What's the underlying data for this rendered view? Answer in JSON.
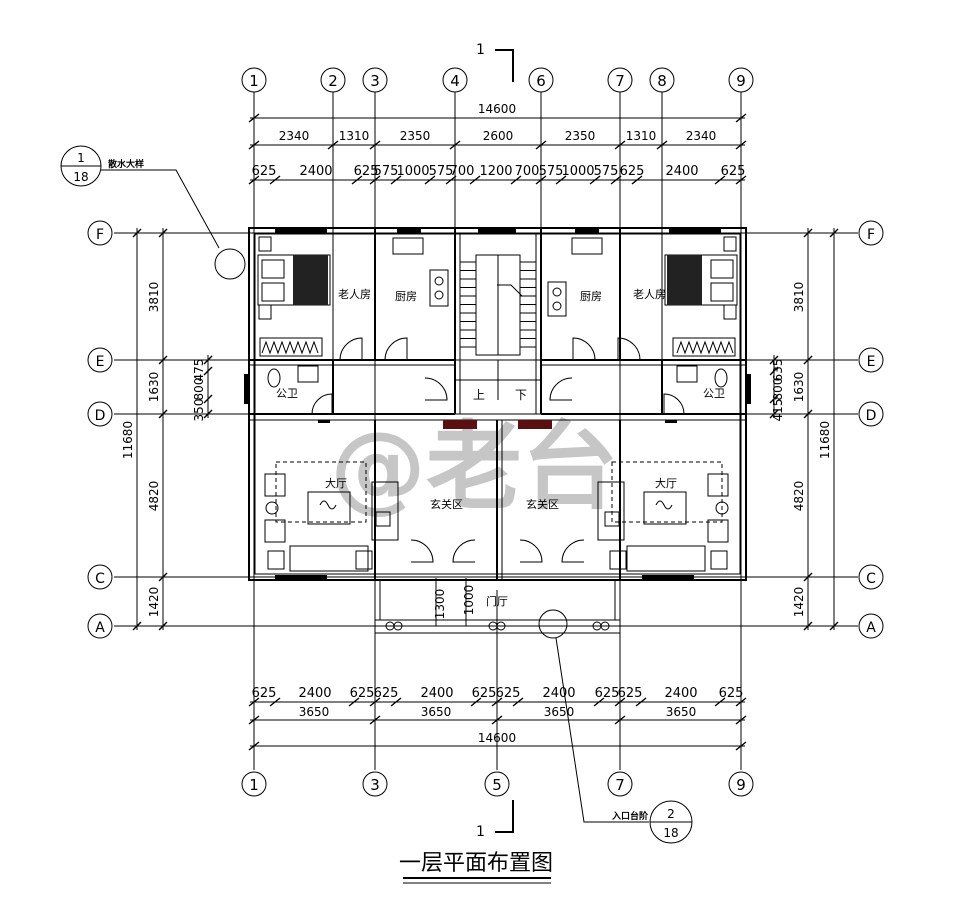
{
  "section_mark": "1",
  "axes_top": [
    "1",
    "2",
    "3",
    "4",
    "6",
    "7",
    "8",
    "9"
  ],
  "axes_bottom": [
    "1",
    "3",
    "5",
    "7",
    "9"
  ],
  "axes_left": [
    "F",
    "E",
    "D",
    "C",
    "A"
  ],
  "axes_right": [
    "F",
    "E",
    "D",
    "C",
    "A"
  ],
  "dims_top_total": "14600",
  "dims_top_row2": [
    "2340",
    "1310",
    "2350",
    "2600",
    "2350",
    "1310",
    "2340"
  ],
  "dims_top_row3": [
    "625",
    "2400",
    "625",
    "575",
    "1000",
    "575",
    "700",
    "1200",
    "700",
    "575",
    "1000",
    "575",
    "625",
    "2400",
    "625"
  ],
  "dims_bottom_row1": [
    "625",
    "2400",
    "625",
    "625",
    "2400",
    "625",
    "625",
    "2400",
    "625",
    "625",
    "2400",
    "625"
  ],
  "dims_bottom_row2": [
    "3650",
    "3650",
    "3650",
    "3650"
  ],
  "dims_bottom_total": "14600",
  "dims_left_total": "11680",
  "dims_left_parts": [
    "3810",
    "1630",
    "4820",
    "1420"
  ],
  "dims_left_small": "350",
  "dims_left_small2": "800",
  "dims_left_small3": "475",
  "dims_right_total": "11680",
  "dims_right_parts": [
    "3810",
    "1630",
    "4820",
    "1420"
  ],
  "dims_right_small": "415",
  "dims_right_small2": "800",
  "dims_right_small3": "635",
  "entry_dims": [
    "1300",
    "1000"
  ],
  "rooms": {
    "elderly_left": "老人房",
    "kitchen_left": "厨房",
    "kitchen_right": "厨房",
    "elderly_right": "老人房",
    "wc_left": "公卫",
    "wc_right": "公卫",
    "stair_up": "上",
    "stair_down": "下",
    "hall_left": "大厅",
    "hall_right": "大厅",
    "foyer_left": "玄关区",
    "foyer_right": "玄关区",
    "porch": "门厅"
  },
  "callout_top_left": {
    "num": "1",
    "sheet": "18",
    "label": "散水大样"
  },
  "callout_bottom": {
    "num": "2",
    "sheet": "18",
    "label": "入口台阶"
  },
  "title": "一层平面布置图",
  "watermark": "@老台"
}
